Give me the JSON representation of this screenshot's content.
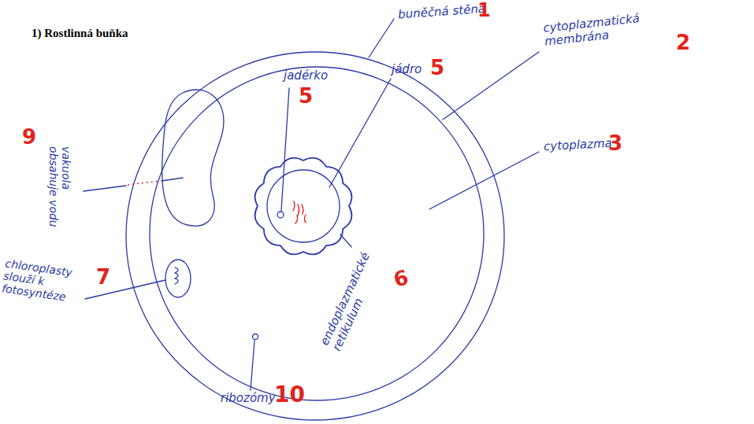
{
  "diagram": {
    "title": "1) Rostlinná buňka",
    "labels": [
      "buněčná stěna",
      "1",
      "cytoplazmatická membrána",
      "2",
      "jádro",
      "5",
      "jadérko",
      "5",
      "cytoplazma",
      "3",
      "endoplazmatické retikulum",
      "6",
      "chloroplasty slouží k fotosyntéze",
      "7",
      "vakuola obsahuje vodu",
      "9",
      "ribozómy",
      "10"
    ]
  }
}
